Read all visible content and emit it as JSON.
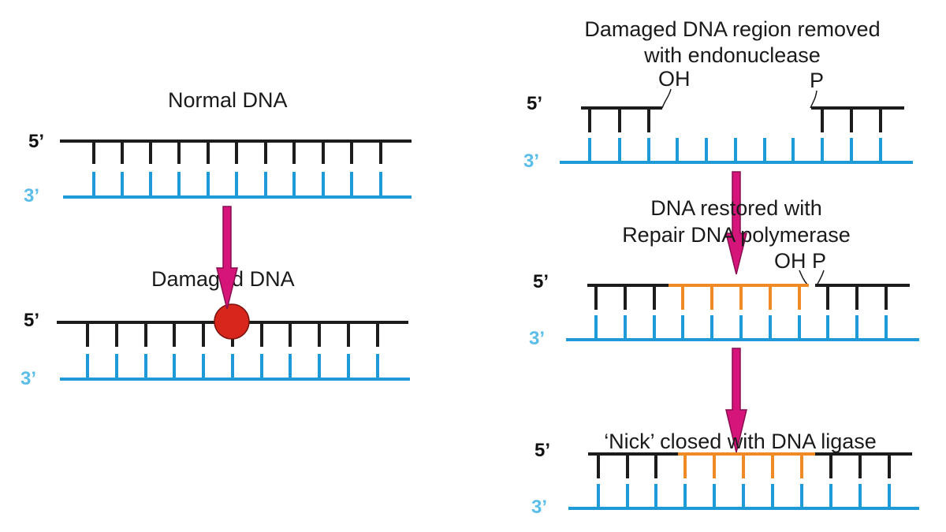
{
  "labels": {
    "normal_dna": "Normal DNA",
    "damaged_dna": "Damaged DNA",
    "removed_line1": "Damaged DNA region removed",
    "removed_line2": "with endonuclease",
    "restored_line1": "DNA restored with",
    "restored_line2": "Repair DNA polymerase",
    "ligase": "‘Nick’ closed with DNA ligase",
    "oh": "OH",
    "p": "P",
    "oh_p": "OH P"
  },
  "ends": {
    "five_prime": "5’",
    "three_prime": "3’"
  },
  "colors": {
    "template_strand": "#1e9ad6",
    "top_strand": "#1c1c1c",
    "new_nucleotides": "#f08a24",
    "arrow": "#d6157a",
    "damage_lesion": "#d8261c"
  }
}
